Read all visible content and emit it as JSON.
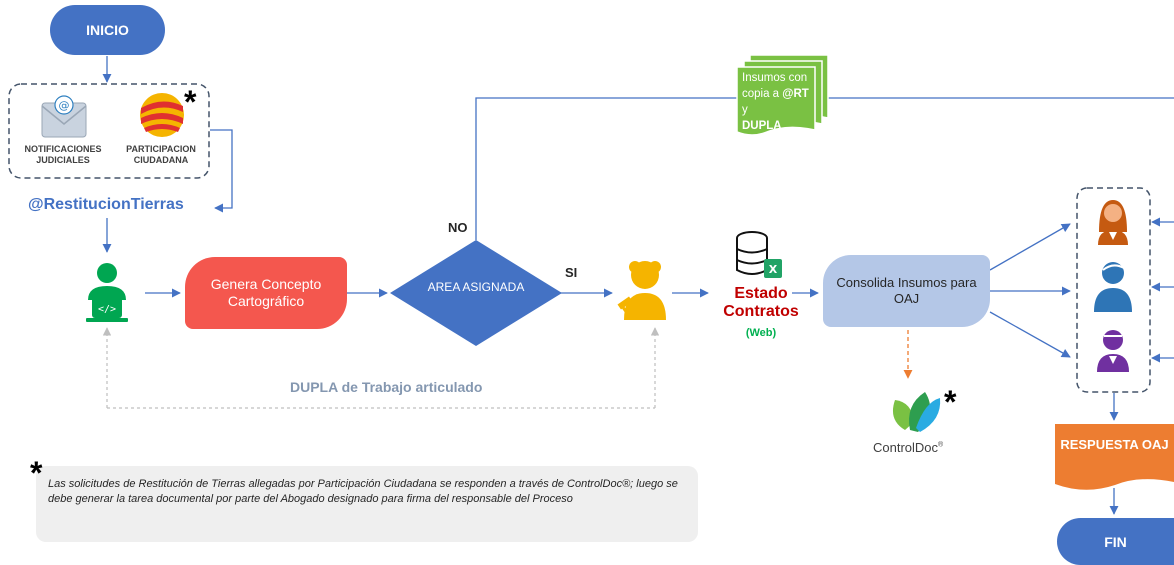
{
  "start": {
    "label": "INICIO"
  },
  "end": {
    "label": "FIN"
  },
  "sources": {
    "notificaciones": "NOTIFICACIONES JUDICIALES",
    "participacion": "PARTICIPACION CIUDADANA",
    "participacion_star": "*"
  },
  "mailbox": "@RestitucionTierras",
  "process": {
    "genera": "Genera Concepto Cartográfico",
    "decision": "AREA ASIGNADA",
    "decision_no": "NO",
    "decision_si": "SI",
    "insumos": [
      "Insumos con",
      "copia a ",
      "@RT",
      " y",
      "DUPLA"
    ],
    "estado": "Estado Contratos",
    "estado_web": "(Web)",
    "consolida": "Consolida Insumos para OAJ",
    "dupla": "DUPLA de Trabajo articulado",
    "controldoc": "ControlDoc",
    "controldoc_reg": "®",
    "controldoc_star": "*",
    "respuesta": "RESPUESTA OAJ"
  },
  "note": {
    "star": "*",
    "text": "Las solicitudes de Restitución de Tierras allegadas por Participación Ciudadana se responden a través de ControlDoc®; luego se debe generar la tarea documental por parte del Abogado designado para firma del responsable del Proceso"
  },
  "colors": {
    "blue": "#4472c4",
    "red": "#f4574e",
    "green": "#7ac143",
    "gold": "#f5b400",
    "orange": "#ed7d31",
    "light_blue": "#b4c7e7",
    "purple": "#7030a0",
    "dark_red": "#c00000",
    "excel_green": "#00b050"
  }
}
